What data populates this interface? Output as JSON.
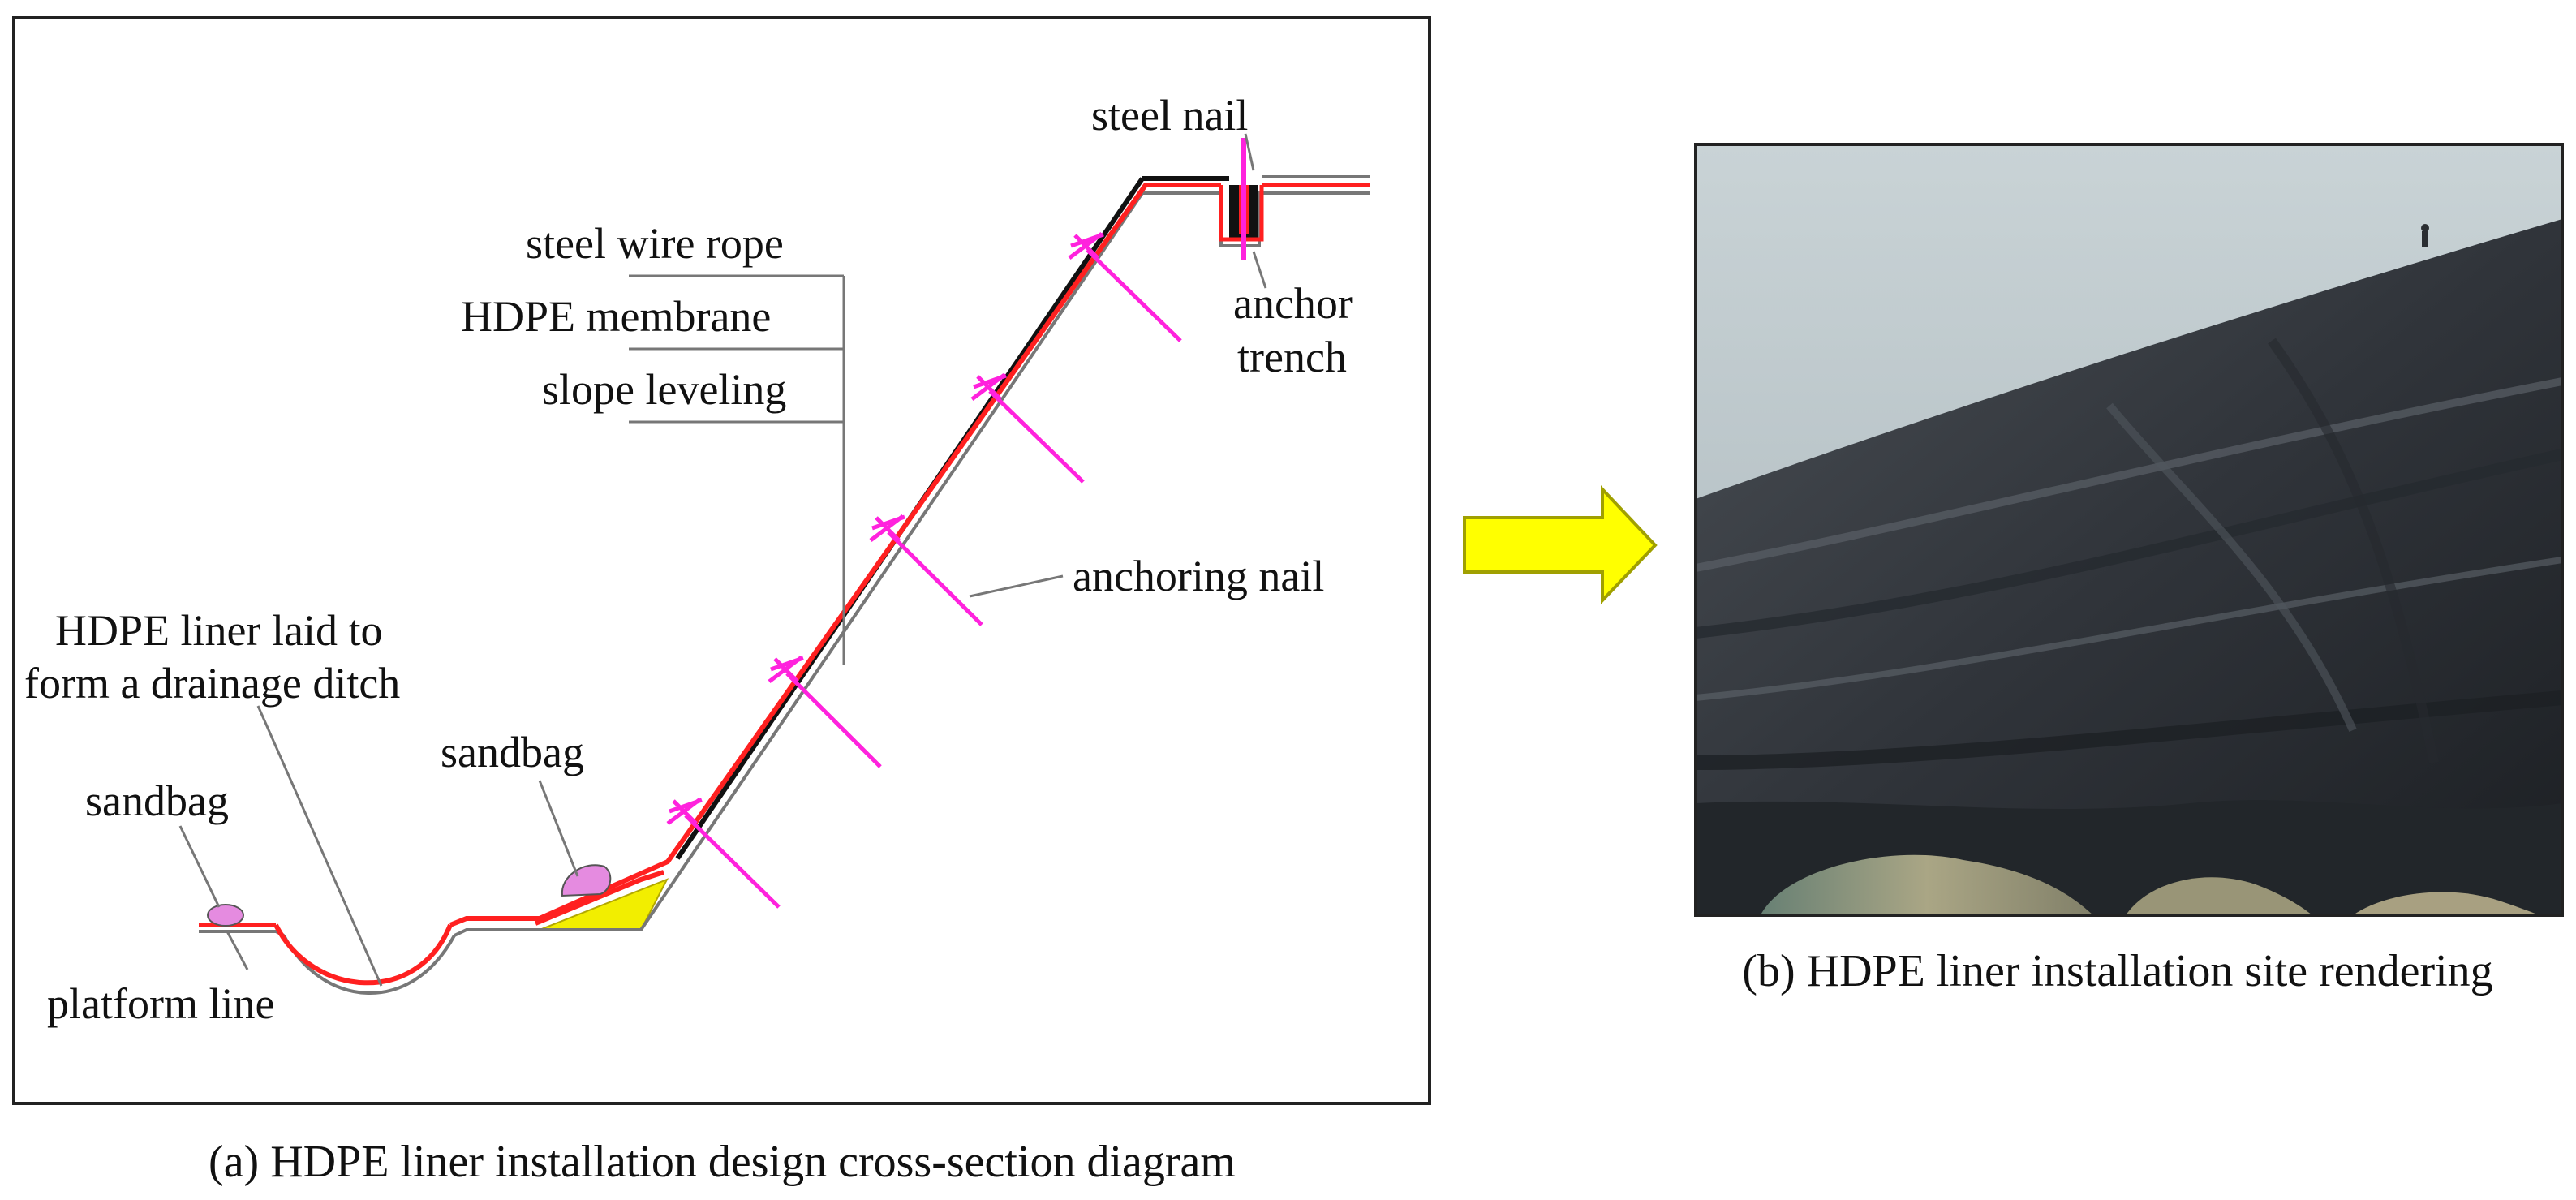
{
  "panel_a": {
    "labels": {
      "steel_nail": "steel nail",
      "steel_wire_rope": "steel wire rope",
      "hdpe_membrane": "HDPE membrane",
      "slope_leveling": "slope leveling",
      "anchor": "anchor",
      "trench": "trench",
      "anchoring_nail": "anchoring nail",
      "ditch_line1": "HDPE liner laid to",
      "ditch_line2": "form a drainage ditch",
      "sandbag_left": "sandbag",
      "sandbag_right": "sandbag",
      "platform_line": "platform line"
    },
    "caption": "(a) HDPE liner installation design cross-section diagram"
  },
  "panel_b": {
    "caption": "(b) HDPE liner installation site rendering"
  },
  "colors": {
    "liner_red": "#ff2020",
    "nail_magenta": "#ff22dd",
    "sandbag_pink": "#e58be0",
    "fill_yellow": "#f2ee00",
    "arrow_yellow": "#ffff00"
  }
}
